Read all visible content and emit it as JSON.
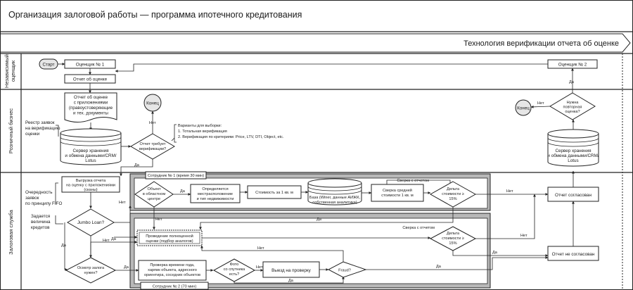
{
  "title": "Организация залоговой работы — программа ипотечного кредитования",
  "subtitle": "Технология верификации отчета об оценке",
  "lanes": {
    "appraiser": [
      "Независимый",
      "оценщик"
    ],
    "retail": "Розничный бизнес",
    "collateral": "Залоговая служба"
  },
  "nodes": {
    "start": "Старт",
    "appraiser1": "Оценщик № 1",
    "report1": "Отчет об оценке",
    "report_docs": [
      "Отчет об оценке",
      "с приложениями",
      "(правоустоверяющие",
      "и тех. документы"
    ],
    "end1": "Конец",
    "needs_verif": [
      "Отчет требует",
      "верификации?"
    ],
    "server1": [
      "Сервер хранения",
      "и обмена данными/CRM/",
      "Lotus"
    ],
    "registry": [
      "Реестр заявок",
      "на верификацию",
      "оценки"
    ],
    "options": [
      "Варианты для выборки:",
      "1. Тотальная верификация",
      "2. Верификация по критериям: Price, LTV, DTI, Object, etc."
    ],
    "appraiser2": "Оценщик № 2",
    "need_repeat": [
      "Нужна",
      "повторная",
      "оценка?"
    ],
    "end2": "Конец",
    "server2": [
      "Сервер хранения",
      "и обмена данными/CRM/",
      "Lotus"
    ],
    "upload": [
      "Выгрузка отчета",
      "на оценку с приложениями",
      "(сканы)"
    ],
    "queue": [
      "Очередность",
      "заявок",
      "по принципу FIFO"
    ],
    "jumbo_note": [
      "Задается",
      "величина",
      "кредитов"
    ],
    "jumbo": "Jumbo Loan?",
    "employee1": "Сотрудник № 1 (время 30 мин)",
    "regional": [
      "Объект",
      "в областном",
      "центре"
    ],
    "location": [
      "Определяется",
      "местрасположение",
      "и тип недвижимости"
    ],
    "cost_m2": "Стоимость за 1 кв. м",
    "database": [
      "База (Winer, данные АИЖК,",
      "собственная аналитика)"
    ],
    "avg_cost": [
      "Сверка средней",
      "стоимости 1 кв. м"
    ],
    "check_report1": "Сверка с отчетом",
    "delta1": [
      "Дельта",
      "стоимости ≥",
      "15%"
    ],
    "agreed": "Отчет согласован",
    "full_eval": [
      "Проведение полноценной",
      "оценки (подбор аналогов)"
    ],
    "check_report2": "Сверка с отчетом",
    "delta2": [
      "Дельта",
      "стоимости ≥",
      "15%"
    ],
    "not_agreed": "Отчет не согласован",
    "inspection": [
      "Осмотр залога",
      "нужен?"
    ],
    "checks": [
      "Проверка времени года,",
      "харпик объекта, адресного",
      "ориентира, соседних объектов"
    ],
    "satellite": [
      "Фото",
      "со спутника",
      "есть?"
    ],
    "visit": "Выезд на проверку",
    "fraud": "Fraud?",
    "employee2": "Сотрудник № 2 (70 мин)"
  },
  "labels": {
    "yes": "Да",
    "no": "Нет"
  }
}
